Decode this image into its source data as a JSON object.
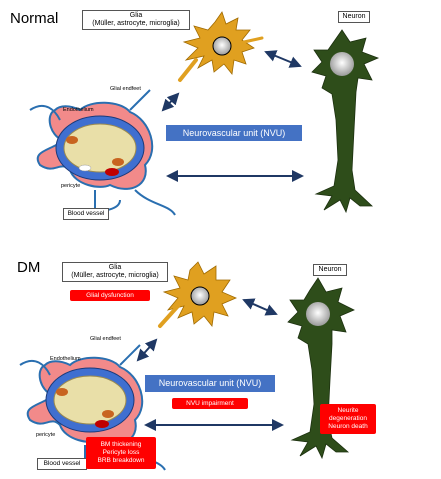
{
  "normal": {
    "heading": "Normal",
    "glia_label_line1": "Glia",
    "glia_label_line2": "(Müller, astrocyte, microglia)",
    "neuron_label": "Neuron",
    "glial_endfeet": "Glial endfeet",
    "endothelium": "Endothelium",
    "pericyte": "pericyte",
    "blood_vessel": "Blood vessel",
    "nvu": "Neurovascular unit (NVU)"
  },
  "dm": {
    "heading": "DM",
    "glia_label_line1": "Glia",
    "glia_label_line2": "(Müller, astrocyte, microglia)",
    "neuron_label": "Neuron",
    "glial_endfeet": "Glial endfeet",
    "endothelium": "Endothelium",
    "pericyte": "pericyte",
    "blood_vessel": "Blood vessel",
    "nvu": "Neurovascular unit (NVU)",
    "glial_dysfunction": "Glial dysfunction",
    "nvu_impairment": "NVU impairment",
    "neurite_line1": "Neurite",
    "neurite_line2": "degeneration",
    "neurite_line3": "Neuron death",
    "bm_line1": "BM thickening",
    "bm_line2": "Pericyte loss",
    "bm_line3": "BRB breakdown"
  },
  "colors": {
    "glia": "#e0a020",
    "neuron": "#2e4d1a",
    "nvu_box": "#4472c4",
    "alert_box": "#ff0000",
    "vessel_outline": "#2a6fb0",
    "basement": "#f28a8a",
    "arrow": "#1f3864"
  }
}
